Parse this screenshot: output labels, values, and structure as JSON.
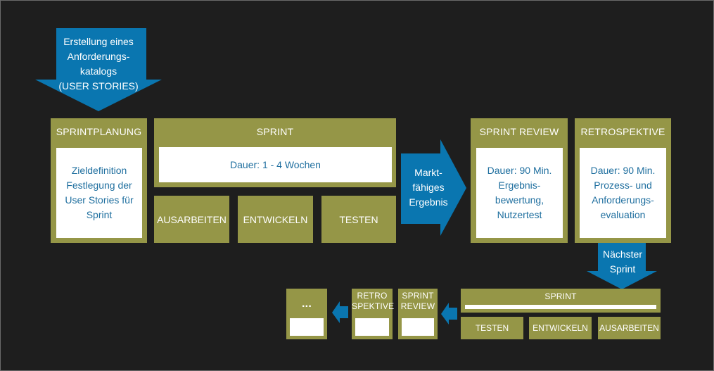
{
  "colors": {
    "background": "#1e1e1e",
    "olive": "#959647",
    "blue": "#0a76b0",
    "text_blue": "#1f6f9f",
    "white": "#ffffff"
  },
  "top_arrow": {
    "text": "Erstellung eines\nAnforderungs-\nkatalogs\n(USER STORIES)"
  },
  "sprintplanung": {
    "title": "SPRINTPLANUNG",
    "body": "Zieldefinition\nFestlegung der\nUser Stories für\nSprint"
  },
  "sprint": {
    "title": "SPRINT",
    "body": "Dauer: 1 - 4 Wochen",
    "steps": [
      "AUSARBEITEN",
      "ENTWICKELN",
      "TESTEN"
    ]
  },
  "mid_arrow": {
    "text": "Markt-\nfähiges\nErgebnis"
  },
  "sprint_review": {
    "title": "SPRINT REVIEW",
    "body": "Dauer: 90 Min.\nErgebnis-\nbewertung,\nNutzertest"
  },
  "retrospektive": {
    "title": "RETROSPEKTIVE",
    "body": "Dauer: 90 Min.\nProzess- und\nAnforderungs-\nevaluation"
  },
  "next_arrow": {
    "text": "Nächster\nSprint"
  },
  "next_sprint": {
    "title": "SPRINT",
    "steps": [
      "TESTEN",
      "ENTWICKELN",
      "AUSARBEITEN"
    ]
  },
  "small_review": {
    "title": "SPRINT\nREVIEW"
  },
  "small_retro": {
    "title": "RETRO\nSPEKTIVE"
  },
  "ellipsis_box": {
    "title": "..."
  }
}
